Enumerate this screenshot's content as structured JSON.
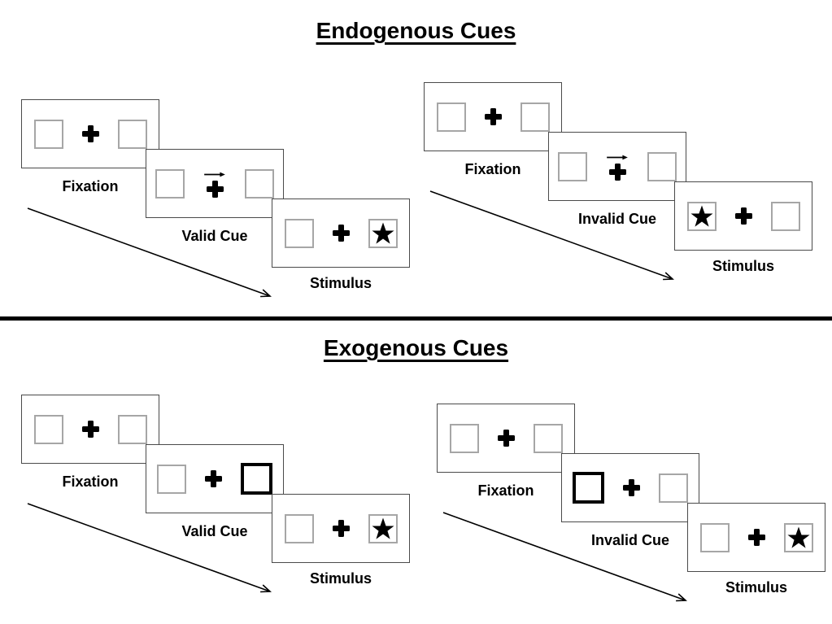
{
  "sections": [
    {
      "title": "Endogenous Cues",
      "trials": [
        {
          "id": "endogenous-valid",
          "frames": [
            {
              "kind": "fixation",
              "label": "Fixation"
            },
            {
              "kind": "cue",
              "cue_style": "arrow",
              "arrow_direction": "right",
              "label": "Valid Cue"
            },
            {
              "kind": "stimulus",
              "star_side": "right",
              "label": "Stimulus"
            }
          ]
        },
        {
          "id": "endogenous-invalid",
          "frames": [
            {
              "kind": "fixation",
              "label": "Fixation"
            },
            {
              "kind": "cue",
              "cue_style": "arrow",
              "arrow_direction": "right",
              "label": "Invalid Cue"
            },
            {
              "kind": "stimulus",
              "star_side": "left",
              "label": "Stimulus"
            }
          ]
        }
      ]
    },
    {
      "title": "Exogenous Cues",
      "trials": [
        {
          "id": "exogenous-valid",
          "frames": [
            {
              "kind": "fixation",
              "label": "Fixation"
            },
            {
              "kind": "cue",
              "cue_style": "box-highlight",
              "highlight_side": "right",
              "label": "Valid Cue"
            },
            {
              "kind": "stimulus",
              "star_side": "right",
              "label": "Stimulus"
            }
          ]
        },
        {
          "id": "exogenous-invalid",
          "frames": [
            {
              "kind": "fixation",
              "label": "Fixation"
            },
            {
              "kind": "cue",
              "cue_style": "box-highlight",
              "highlight_side": "left",
              "label": "Invalid Cue"
            },
            {
              "kind": "stimulus",
              "star_side": "right",
              "label": "Stimulus"
            }
          ]
        }
      ]
    }
  ],
  "icons": {
    "plus-icon": "✚",
    "arrow-right-icon": "→",
    "star-icon": "★",
    "time-arrow-icon": "↘"
  },
  "colors": {
    "background": "#ffffff",
    "ink": "#000000",
    "panel_border": "#4a4a4a",
    "box_border": "#a6a6a6",
    "highlight_border": "#000000"
  }
}
